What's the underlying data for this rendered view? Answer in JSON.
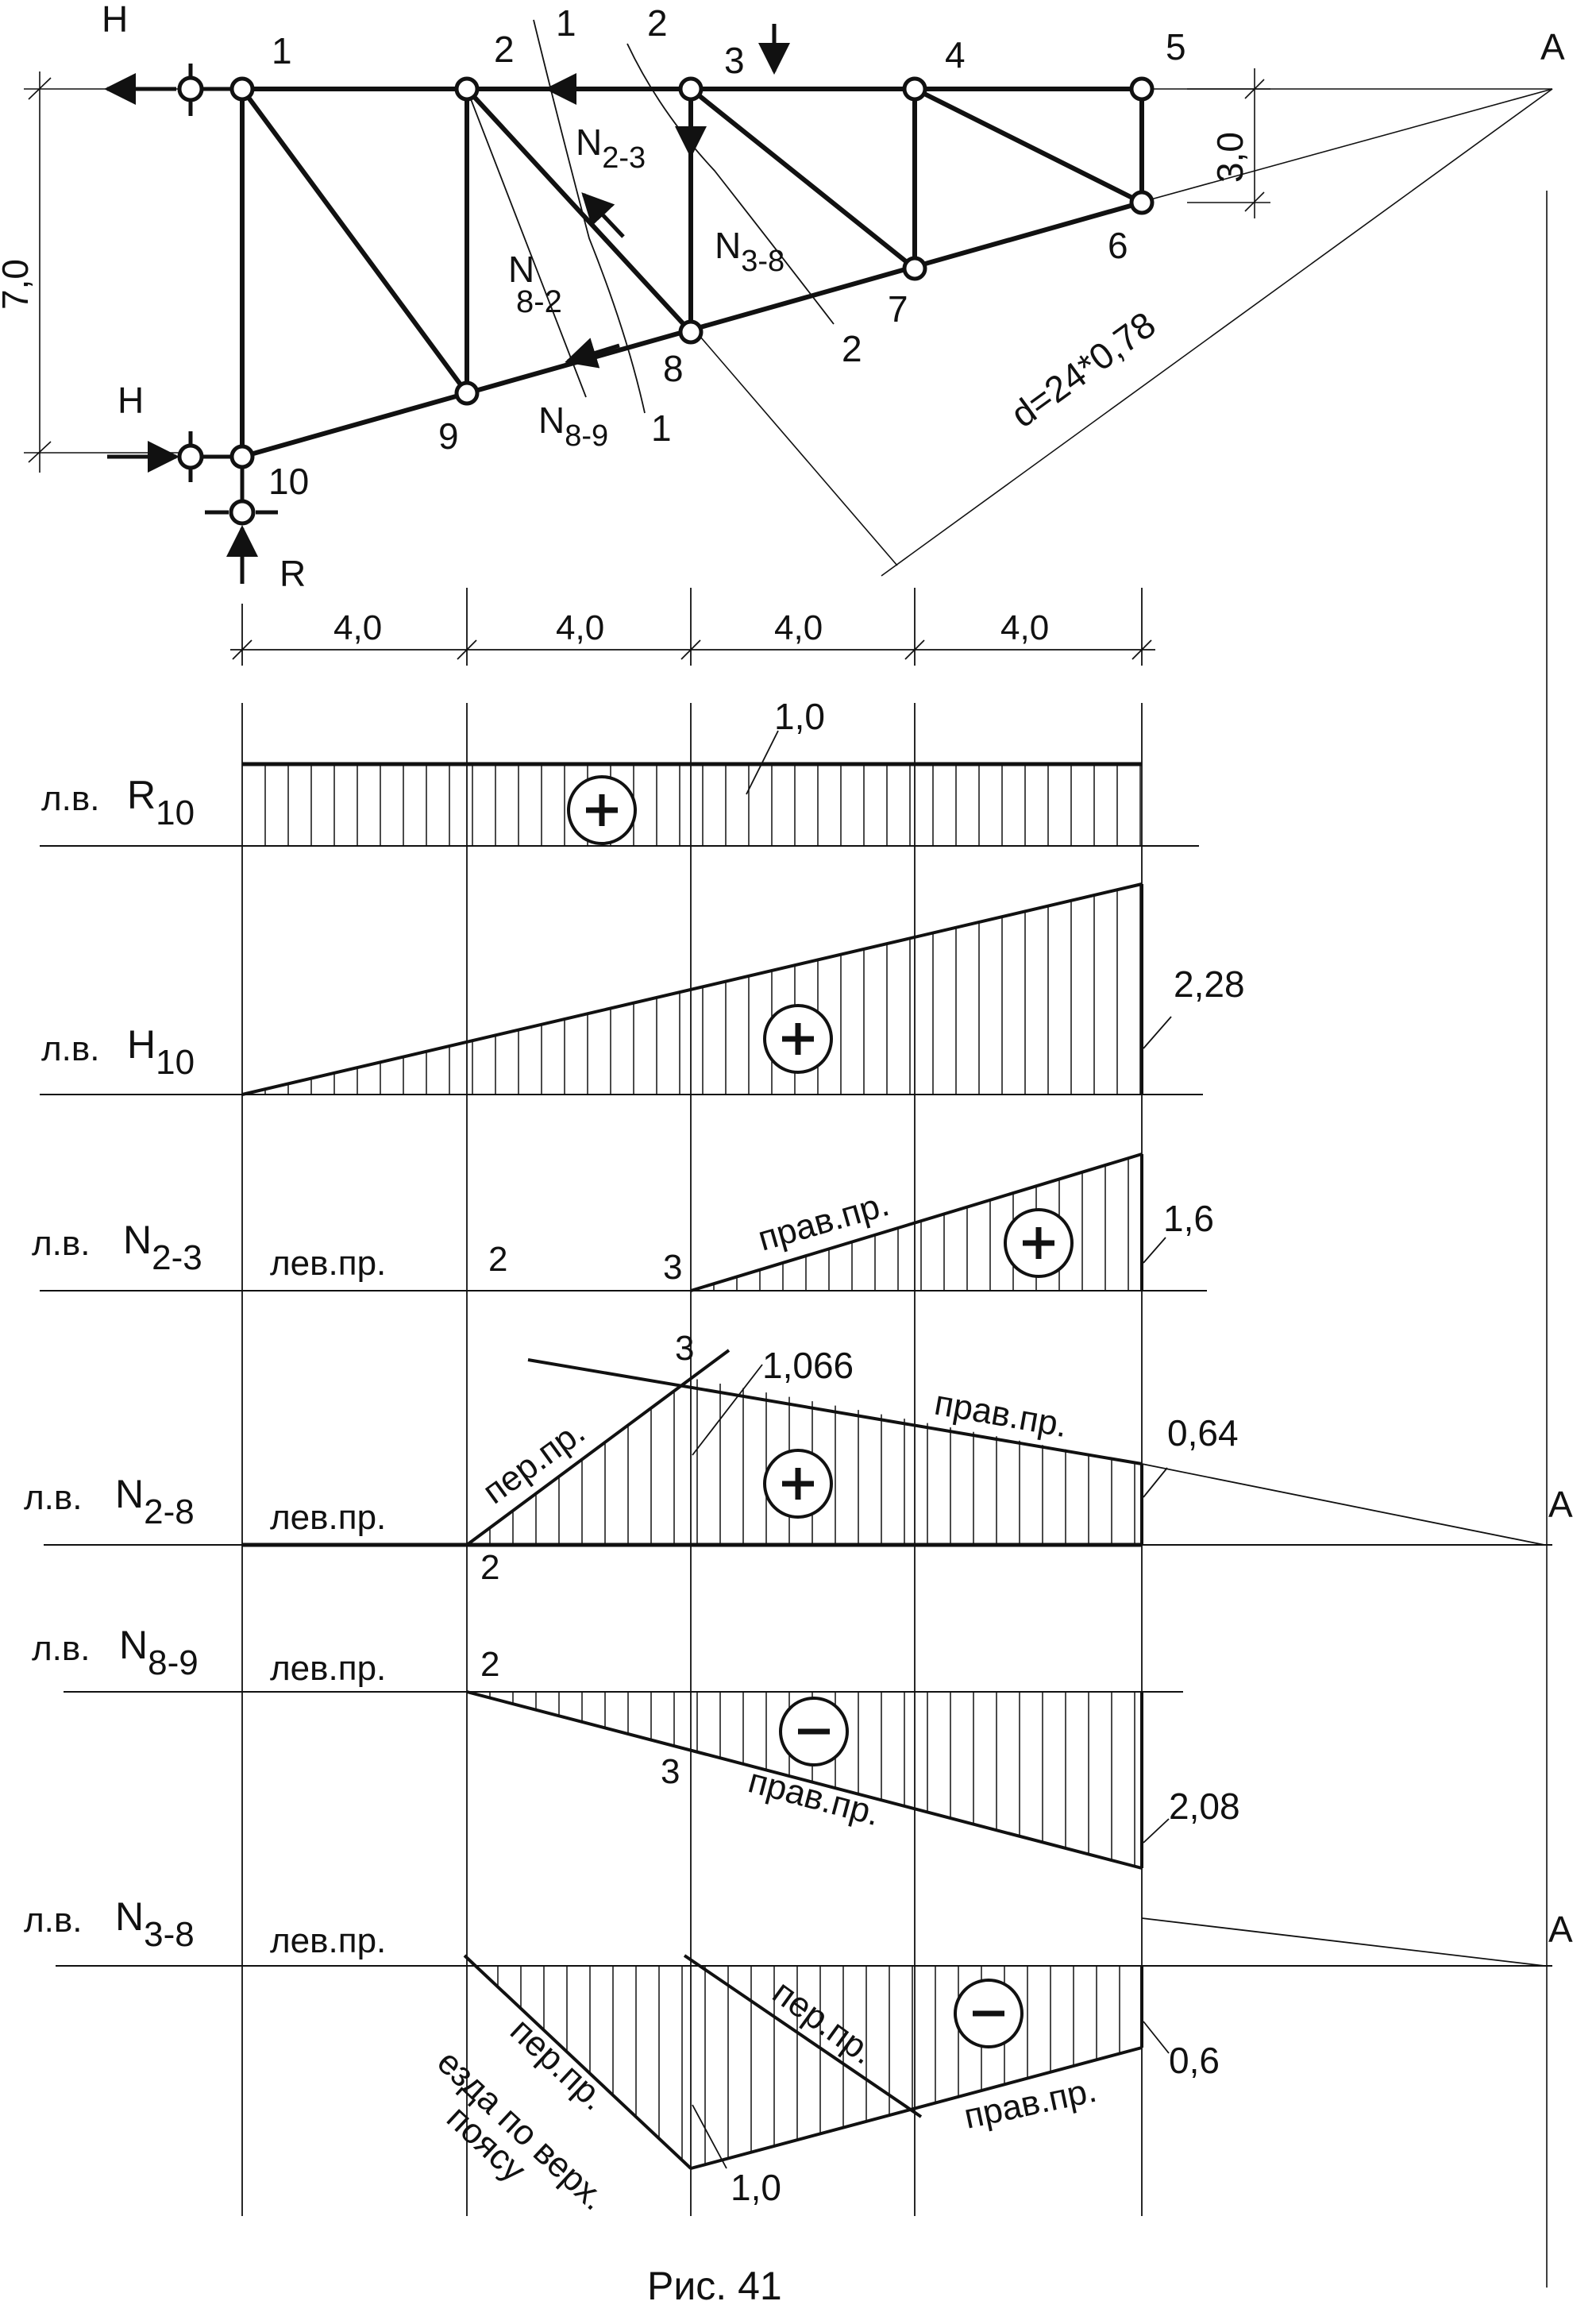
{
  "truss": {
    "joints": {
      "n1": "1",
      "n2": "2",
      "n3": "3",
      "n4": "4",
      "n5": "5",
      "n6": "6",
      "n7": "7",
      "n8": "8",
      "n9": "9",
      "n10": "10"
    },
    "forces": {
      "h_top": "H",
      "h_bottom": "H",
      "r": "R"
    },
    "members": {
      "n23_main": "N",
      "n23_sub": "2-3",
      "n38_main": "N",
      "n38_sub": "3-8",
      "n82_main": "N",
      "n82_sub": "8-2",
      "n89_main": "N",
      "n89_sub": "8-9"
    },
    "sections": {
      "s1_top": "1",
      "s1_bottom": "1",
      "s2_top": "2",
      "s2_bottom": "2"
    },
    "point_a": "A",
    "lever_label": "d=24*0,78",
    "dims": {
      "height": "7,0",
      "small": "3,0",
      "span1": "4,0",
      "span2": "4,0",
      "span3": "4,0",
      "span4": "4,0"
    }
  },
  "influence_lines": {
    "prefix": "л.в.",
    "r10": {
      "sym": "R",
      "sub": "10",
      "value": "1,0"
    },
    "h10": {
      "sym": "H",
      "sub": "10",
      "value": "2,28"
    },
    "n23": {
      "sym": "N",
      "sub": "2-3",
      "value": "1,6",
      "left": "лев.пр.",
      "right": "прав.пр.",
      "pt2": "2",
      "pt3": "3"
    },
    "n28": {
      "sym": "N",
      "sub": "2-8",
      "value_peak": "1,066",
      "value_end": "0,64",
      "left": "лев.пр.",
      "transfer": "пер.пр.",
      "right": "прав.пр.",
      "pt2": "2",
      "pt3": "3",
      "a": "A"
    },
    "n89": {
      "sym": "N",
      "sub": "8-9",
      "value": "2,08",
      "left": "лев.пр.",
      "right": "прав.пр.",
      "pt2": "2",
      "pt3": "3"
    },
    "n38": {
      "sym": "N",
      "sub": "3-8",
      "value_peak": "1,0",
      "value_end": "0,6",
      "left": "лев.пр.",
      "transfer": "пер.пр.",
      "transfer2": "пер.пр.",
      "ride1": "езда по верх.",
      "ride2": "поясу",
      "right": "прав.пр.",
      "a": "A"
    }
  },
  "caption": "Рис. 41"
}
